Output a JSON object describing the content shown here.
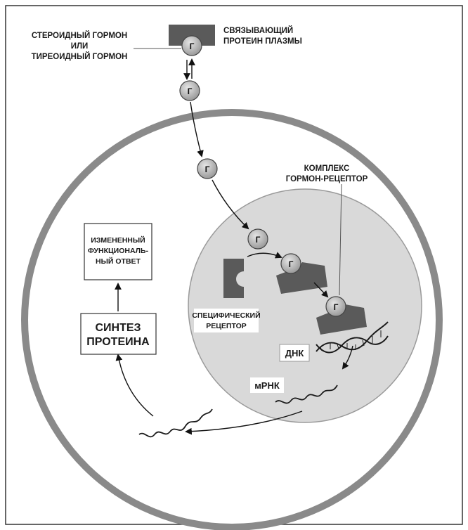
{
  "labels": {
    "steroid_hormone": [
      "СТЕРОИДНЫЙ ГОРМОН",
      "ИЛИ",
      "ТИРЕОИДНЫЙ ГОРМОН"
    ],
    "plasma_protein": [
      "СВЯЗЫВАЮЩИЙ",
      "ПРОТЕИН ПЛАЗМЫ"
    ],
    "hormone_symbol": "Г",
    "complex": [
      "КОМПЛЕКС",
      "ГОРМОН-РЕЦЕПТОР"
    ],
    "specific_receptor": [
      "СПЕЦИФИЧЕСКИЙ",
      "РЕЦЕПТОР"
    ],
    "dna": "ДНК",
    "mrna": "мРНК",
    "changed_response": [
      "ИЗМЕНЕННЫЙ",
      "ФУНКЦИОНАЛЬ-",
      "НЫЙ ОТВЕТ"
    ],
    "protein_synthesis": [
      "СИНТЕЗ",
      "ПРОТЕИНА"
    ]
  },
  "colors": {
    "frame": "#3a3a3a",
    "cell_membrane": "#8a8a8a",
    "cytoplasm": "#ffffff",
    "nucleus_fill": "#d9d9d9",
    "receptor": "#5a5a5a",
    "hormone_fill": "#c4c4c4"
  }
}
